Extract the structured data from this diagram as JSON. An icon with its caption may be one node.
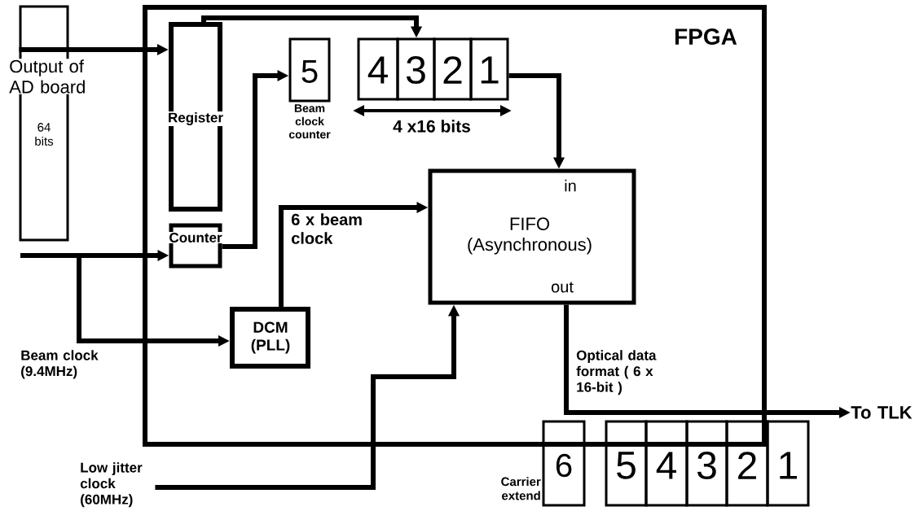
{
  "diagram": {
    "nodes": [
      {
        "text": [
          "FPGA"
        ]
      },
      {
        "text": [
          "Output of AD board",
          "64 bits"
        ]
      },
      {
        "text": [
          "Register"
        ],
        "in": 0
      },
      {
        "text": [
          "Counter"
        ],
        "in": 0
      },
      {
        "text": [
          "5"
        ],
        "beside": [
          "Beam clock counter"
        ],
        "in": 0
      },
      {
        "text": [
          "4"
        ],
        "in": 0
      },
      {
        "text": [
          "3"
        ],
        "in": 0
      },
      {
        "text": [
          "2"
        ],
        "in": 0
      },
      {
        "text": [
          "1"
        ],
        "in": 0
      },
      {
        "text": [
          "in",
          "FIFO (Asynchronous)",
          "out"
        ],
        "in": 0
      },
      {
        "text": [
          "DCM (PLL)"
        ],
        "in": 0
      },
      {
        "text": [
          "Low jitter clock (60MHz)"
        ]
      },
      {
        "text": [
          "6"
        ],
        "beside": [
          "Carrier extend"
        ]
      },
      {
        "text": [
          "5"
        ]
      },
      {
        "text": [
          "4"
        ]
      },
      {
        "text": [
          "3"
        ]
      },
      {
        "text": [
          "2"
        ]
      },
      {
        "text": [
          "1"
        ]
      },
      {
        "text": [
          "To TLK"
        ]
      }
    ],
    "edges": [
      {
        "from": 1,
        "to": 2,
        "arrow": "to"
      },
      {
        "from": 2,
        "to": 6,
        "arrow": "to"
      },
      {
        "from": 3,
        "to": 4,
        "arrow": "to"
      },
      {
        "from": null,
        "to": 3,
        "arrow": "to"
      },
      {
        "from": null,
        "to": 10,
        "arrow": "to"
      },
      {
        "from": 10,
        "to": 9,
        "arrow": "to",
        "label": "6 x beam clock"
      },
      {
        "from": 8,
        "to": 9,
        "arrow": "to"
      },
      {
        "from": 11,
        "to": 9,
        "arrow": "to"
      },
      {
        "from": 9,
        "to": 18,
        "arrow": "to",
        "label": "Optical data format ( 6 x 16-bit )"
      }
    ],
    "labels": [
      "4 x16 bits",
      "Beam clock (9.4MHz)"
    ]
  }
}
